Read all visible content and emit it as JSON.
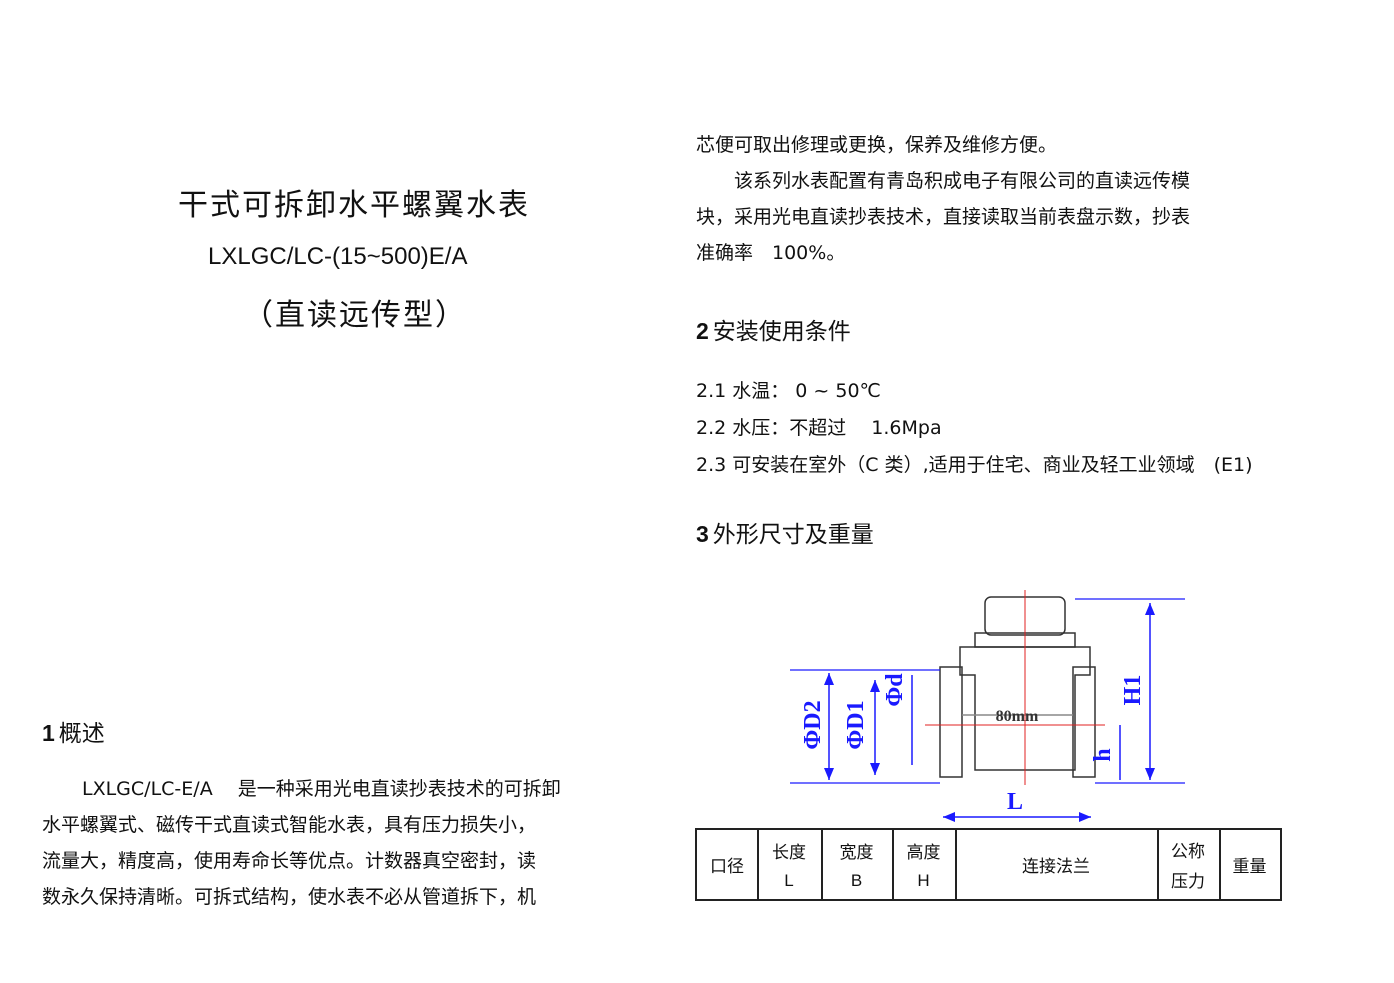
{
  "title": {
    "name": "干式可拆卸水平螺翼水表",
    "model": "LXLGC/LC-(15~500)E/A",
    "subtitle": "（直读远传型）"
  },
  "section1": {
    "number": "1",
    "heading": "概述",
    "lines": [
      "LXLGC/LC-E/A　 是一种采用光电直读抄表技术的可拆卸",
      "水平螺翼式、磁传干式直读式智能水表，具有压力损失小，",
      "流量大，精度高，使用寿命长等优点。计数器真空密封，读",
      "数永久保持清晰。可拆式结构，使水表不必从管道拆下，机"
    ]
  },
  "continuation": {
    "lines": [
      "芯便可取出修理或更换，保养及维修方便。",
      "　　该系列水表配置有青岛积成电子有限公司的直读远传模",
      "块，采用光电直读抄表技术，直接读取当前表盘示数，抄表",
      "准确率　100%。"
    ]
  },
  "section2": {
    "number": "2",
    "heading": "安装使用条件",
    "items": [
      "2.1 水温： 0 ~ 50℃",
      "2.2 水压：不超过　 1.6Mpa",
      "2.3 可安装在室外（C 类）,适用于住宅、商业及轻工业领域　(E1)"
    ]
  },
  "section3": {
    "number": "3",
    "heading": "外形尺寸及重量"
  },
  "diagram": {
    "labels": {
      "d2": "ΦD2",
      "d1": "ΦD1",
      "d": "Φd",
      "h1": "H1",
      "h": "h",
      "l": "L",
      "dial": "80mm"
    },
    "line_color": "#1a1aff",
    "center_color": "#e02020"
  },
  "table": {
    "caliber": "口径",
    "length": "长度",
    "length_sym": "L",
    "width": "宽度",
    "width_sym": "B",
    "height": "高度",
    "height_sym": "H",
    "flange": "连接法兰",
    "pressure_top": "公称",
    "pressure_bottom": "压力",
    "weight": "重量"
  }
}
